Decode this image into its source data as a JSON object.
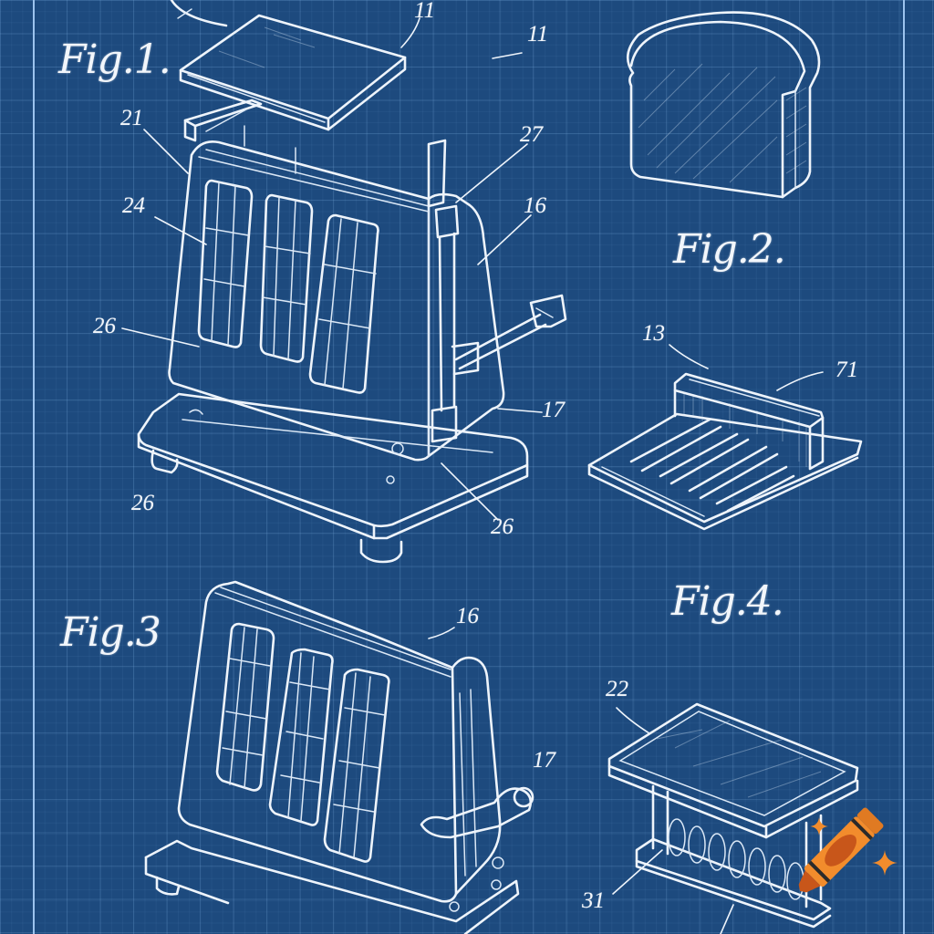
{
  "sheet": {
    "background_color": "#1d4a7e",
    "line_color": "#eef4fb",
    "border_color": "#9cc3ee"
  },
  "figures": [
    {
      "id": "fig1",
      "label": "Fig.1.",
      "subject": "exploded toaster with lid",
      "refs": [
        "11",
        "11",
        "21",
        "27",
        "24",
        "16",
        "26",
        "17",
        "26",
        "26"
      ]
    },
    {
      "id": "fig2",
      "label": "Fig.2.",
      "subject": "slice of bread"
    },
    {
      "id": "fig2b",
      "label": "",
      "subject": "rack tray",
      "refs": [
        "13",
        "71"
      ]
    },
    {
      "id": "fig3",
      "label": "Fig.3",
      "subject": "assembled toaster with crank handle",
      "refs": [
        "16",
        "17"
      ]
    },
    {
      "id": "fig4",
      "label": "Fig.4.",
      "subject": "heating element table",
      "refs": [
        "22",
        "31"
      ]
    }
  ],
  "labels": {
    "fig1_ref_11a": "11",
    "fig1_ref_11b": "11",
    "fig1_ref_21": "21",
    "fig1_ref_27": "27",
    "fig1_ref_24": "24",
    "fig1_ref_16": "16",
    "fig1_ref_26a": "26",
    "fig1_ref_17": "17",
    "fig1_ref_26b": "26",
    "fig1_ref_26c": "26",
    "rack_ref_13": "13",
    "rack_ref_71": "71",
    "fig3_ref_16": "16",
    "fig3_ref_17": "17",
    "fig4_ref_22": "22",
    "fig4_ref_31": "31"
  },
  "watermark": {
    "icon": "crayon-icon",
    "body_color": "#f28c2c",
    "accent_color": "#c8561a",
    "band_color": "#2b2b2b",
    "sparkle_color": "#f28c2c"
  }
}
